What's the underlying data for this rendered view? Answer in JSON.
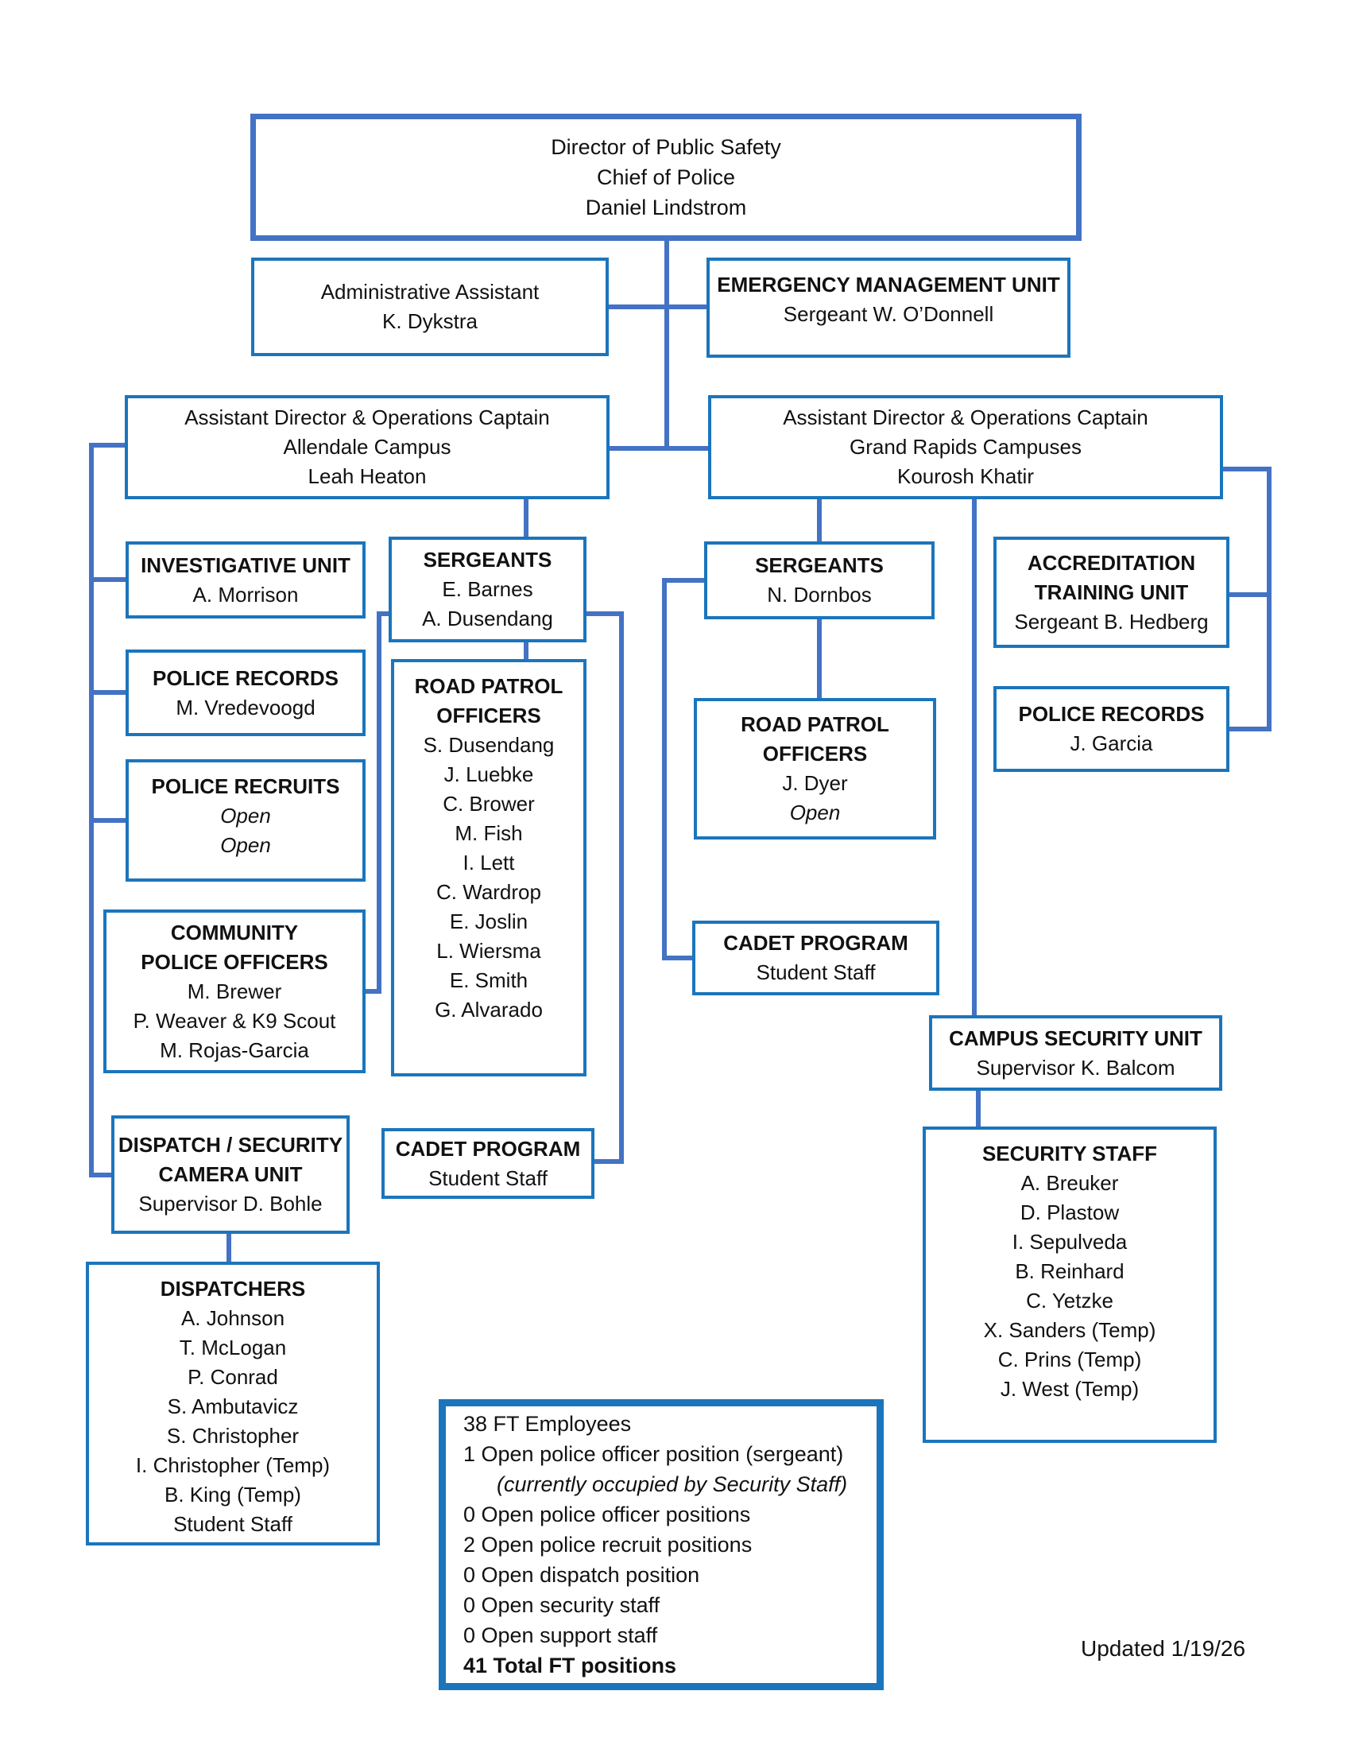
{
  "colors": {
    "box_border": "#1b75bc",
    "director_border": "#4472c4",
    "connector_line": "#4472c4",
    "text": "#111111",
    "background": "#ffffff"
  },
  "boxes": {
    "director": {
      "lines": [
        {
          "t": "Director of Public Safety"
        },
        {
          "t": "Chief of Police"
        },
        {
          "t": "Daniel Lindstrom"
        }
      ]
    },
    "adminAssistant": {
      "lines": [
        {
          "t": "Administrative Assistant"
        },
        {
          "t": "K. Dykstra"
        }
      ]
    },
    "emergencyManagement": {
      "lines": [
        {
          "t": "EMERGENCY MANAGEMENT UNIT",
          "b": true
        },
        {
          "t": "Sergeant W. O’Donnell"
        }
      ]
    },
    "allendaleCaptain": {
      "lines": [
        {
          "t": "Assistant Director & Operations Captain"
        },
        {
          "t": "Allendale Campus"
        },
        {
          "t": "Leah Heaton"
        }
      ]
    },
    "grandRapidsCaptain": {
      "lines": [
        {
          "t": "Assistant Director & Operations Captain"
        },
        {
          "t": "Grand Rapids Campuses"
        },
        {
          "t": "Kourosh Khatir"
        }
      ]
    },
    "investigativeUnit": {
      "lines": [
        {
          "t": "INVESTIGATIVE UNIT",
          "b": true
        },
        {
          "t": "A. Morrison"
        }
      ]
    },
    "policeRecordsAllendale": {
      "lines": [
        {
          "t": "POLICE RECORDS",
          "b": true
        },
        {
          "t": "M. Vredevoogd"
        }
      ]
    },
    "policeRecruits": {
      "lines": [
        {
          "t": "POLICE RECRUITS",
          "b": true
        },
        {
          "t": "Open",
          "i": true
        },
        {
          "t": "Open",
          "i": true
        }
      ]
    },
    "communityPoliceOfficers": {
      "lines": [
        {
          "t": "COMMUNITY",
          "b": true
        },
        {
          "t": "POLICE OFFICERS",
          "b": true
        },
        {
          "t": "M. Brewer"
        },
        {
          "t": "P. Weaver & K9 Scout"
        },
        {
          "t": "M. Rojas-Garcia"
        }
      ]
    },
    "dispatchCameraUnit": {
      "lines": [
        {
          "t": "DISPATCH / SECURITY",
          "b": true
        },
        {
          "t": "CAMERA UNIT",
          "b": true
        },
        {
          "t": "Supervisor D. Bohle"
        }
      ]
    },
    "dispatchers": {
      "lines": [
        {
          "t": "DISPATCHERS",
          "b": true
        },
        {
          "t": "A. Johnson"
        },
        {
          "t": "T. McLogan"
        },
        {
          "t": "P. Conrad"
        },
        {
          "t": "S. Ambutavicz"
        },
        {
          "t": "S. Christopher"
        },
        {
          "t": "I. Christopher (Temp)"
        },
        {
          "t": "B. King (Temp)"
        },
        {
          "t": "Student Staff"
        }
      ]
    },
    "sergeantsAllendale": {
      "lines": [
        {
          "t": "SERGEANTS",
          "b": true
        },
        {
          "t": "E. Barnes"
        },
        {
          "t": "A. Dusendang"
        }
      ]
    },
    "roadPatrolAllendale": {
      "lines": [
        {
          "t": "ROAD PATROL",
          "b": true
        },
        {
          "t": "OFFICERS",
          "b": true
        },
        {
          "t": "S. Dusendang"
        },
        {
          "t": "J. Luebke"
        },
        {
          "t": "C. Brower"
        },
        {
          "t": "M. Fish"
        },
        {
          "t": "I. Lett"
        },
        {
          "t": "C. Wardrop"
        },
        {
          "t": "E. Joslin"
        },
        {
          "t": "L. Wiersma"
        },
        {
          "t": "E. Smith"
        },
        {
          "t": "G. Alvarado"
        }
      ]
    },
    "cadetProgramAllendale": {
      "lines": [
        {
          "t": "CADET PROGRAM",
          "b": true
        },
        {
          "t": "Student Staff"
        }
      ]
    },
    "sergeantsGrandRapids": {
      "lines": [
        {
          "t": "SERGEANTS",
          "b": true
        },
        {
          "t": "N. Dornbos"
        }
      ]
    },
    "roadPatrolGrandRapids": {
      "lines": [
        {
          "t": "ROAD PATROL",
          "b": true
        },
        {
          "t": "OFFICERS",
          "b": true
        },
        {
          "t": "J. Dyer"
        },
        {
          "t": "Open",
          "i": true
        }
      ]
    },
    "cadetProgramGrandRapids": {
      "lines": [
        {
          "t": "CADET PROGRAM",
          "b": true
        },
        {
          "t": "Student Staff"
        }
      ]
    },
    "accreditationTrainingUnit": {
      "lines": [
        {
          "t": "ACCREDITATION",
          "b": true
        },
        {
          "t": "TRAINING UNIT",
          "b": true
        },
        {
          "t": "Sergeant B. Hedberg"
        }
      ]
    },
    "policeRecordsGrandRapids": {
      "lines": [
        {
          "t": "POLICE RECORDS",
          "b": true
        },
        {
          "t": "J. Garcia"
        }
      ]
    },
    "campusSecurityUnit": {
      "lines": [
        {
          "t": "CAMPUS SECURITY UNIT",
          "b": true
        },
        {
          "t": "Supervisor K. Balcom"
        }
      ]
    },
    "securityStaff": {
      "lines": [
        {
          "t": "SECURITY STAFF",
          "b": true
        },
        {
          "t": "A. Breuker"
        },
        {
          "t": "D. Plastow"
        },
        {
          "t": "I. Sepulveda"
        },
        {
          "t": "B. Reinhard"
        },
        {
          "t": "C. Yetzke"
        },
        {
          "t": "X. Sanders (Temp)"
        },
        {
          "t": "C. Prins (Temp)"
        },
        {
          "t": "J. West (Temp)"
        }
      ]
    },
    "summary": {
      "lines": [
        {
          "t": "38 FT Employees"
        },
        {
          "t": "1 Open police officer position (sergeant)"
        },
        {
          "t": "(currently occupied by Security Staff)",
          "i": true,
          "ind": true
        },
        {
          "t": "0 Open police officer positions"
        },
        {
          "t": "2 Open police recruit positions"
        },
        {
          "t": "0 Open dispatch position"
        },
        {
          "t": "0 Open security staff"
        },
        {
          "t": "0 Open support staff"
        },
        {
          "t": "41 Total FT positions",
          "b": true
        }
      ]
    }
  },
  "footer": {
    "updated": "Updated 1/19/26"
  }
}
